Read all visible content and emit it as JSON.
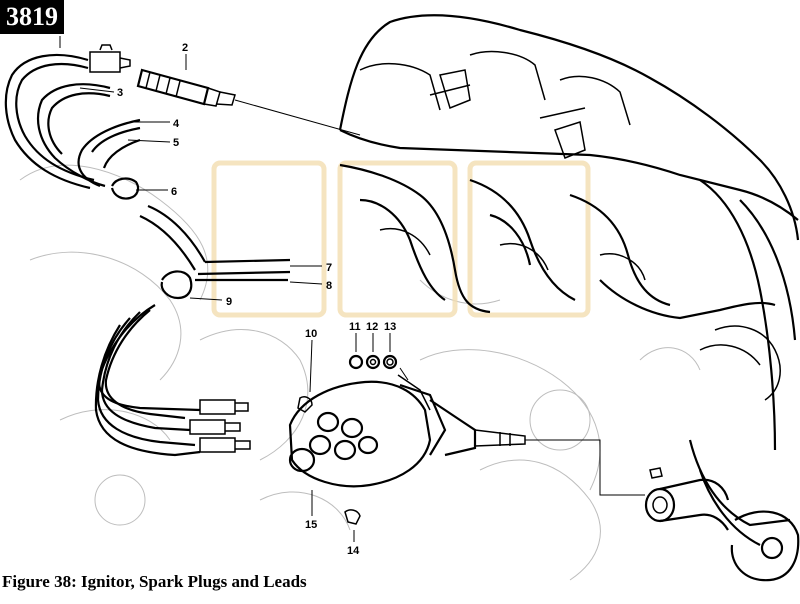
{
  "badge": "3819",
  "caption": "Figure 38: Ignitor, Spark Plugs and Leads",
  "callouts": {
    "c2": "2",
    "c3": "3",
    "c4": "4",
    "c5": "5",
    "c6": "6",
    "c7": "7",
    "c8": "8",
    "c9": "9",
    "c10": "10",
    "c11": "11",
    "c12": "12",
    "c13": "13",
    "c14": "14",
    "c15": "15"
  }
}
